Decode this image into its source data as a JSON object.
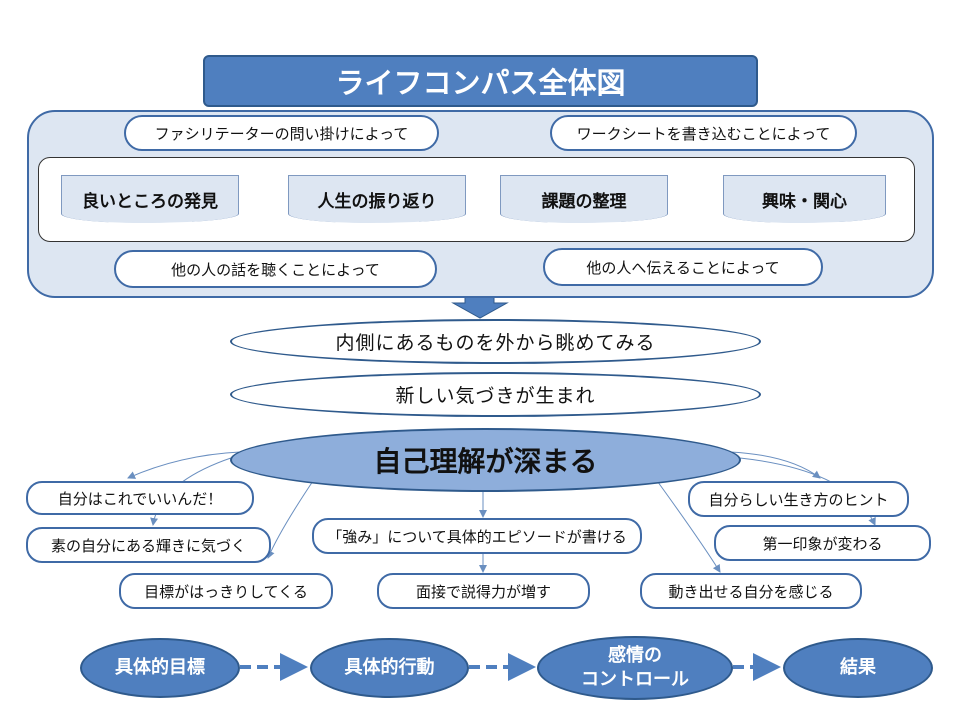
{
  "title": "ライフコンパス全体図",
  "methods": {
    "facilitator": "ファシリテーターの問い掛けによって",
    "worksheet": "ワークシートを書き込むことによって",
    "listening": "他の人の話を聴くことによって",
    "telling": "他の人へ伝えることによって"
  },
  "activities": [
    "良いところの発見",
    "人生の振り返り",
    "課題の整理",
    "興味・関心"
  ],
  "stages": {
    "observe": "内側にあるものを外から眺めてみる",
    "awareness": "新しい気づきが生まれ",
    "core": "自己理解が深まる"
  },
  "outcomes": {
    "o1": "自分はこれでいいんだ！",
    "o2": "素の自分にある輝きに気づく",
    "o3": "目標がはっきりしてくる",
    "o4": "「強み」について具体的エピソードが書ける",
    "o5": "面接で説得力が増す",
    "o6": "自分らしい生き方のヒント",
    "o7": "第一印象が変わる",
    "o8": "動き出せる自分を感じる"
  },
  "flow": [
    {
      "line1": "具体的目標",
      "line2": ""
    },
    {
      "line1": "具体的行動",
      "line2": ""
    },
    {
      "line1": "感情の",
      "line2": "コントロール"
    },
    {
      "line1": "結果",
      "line2": ""
    }
  ],
  "colors": {
    "primary": "#4f7fbf",
    "dark": "#2f5a8c",
    "light": "#dde6f2",
    "mid": "#8eaedb"
  }
}
